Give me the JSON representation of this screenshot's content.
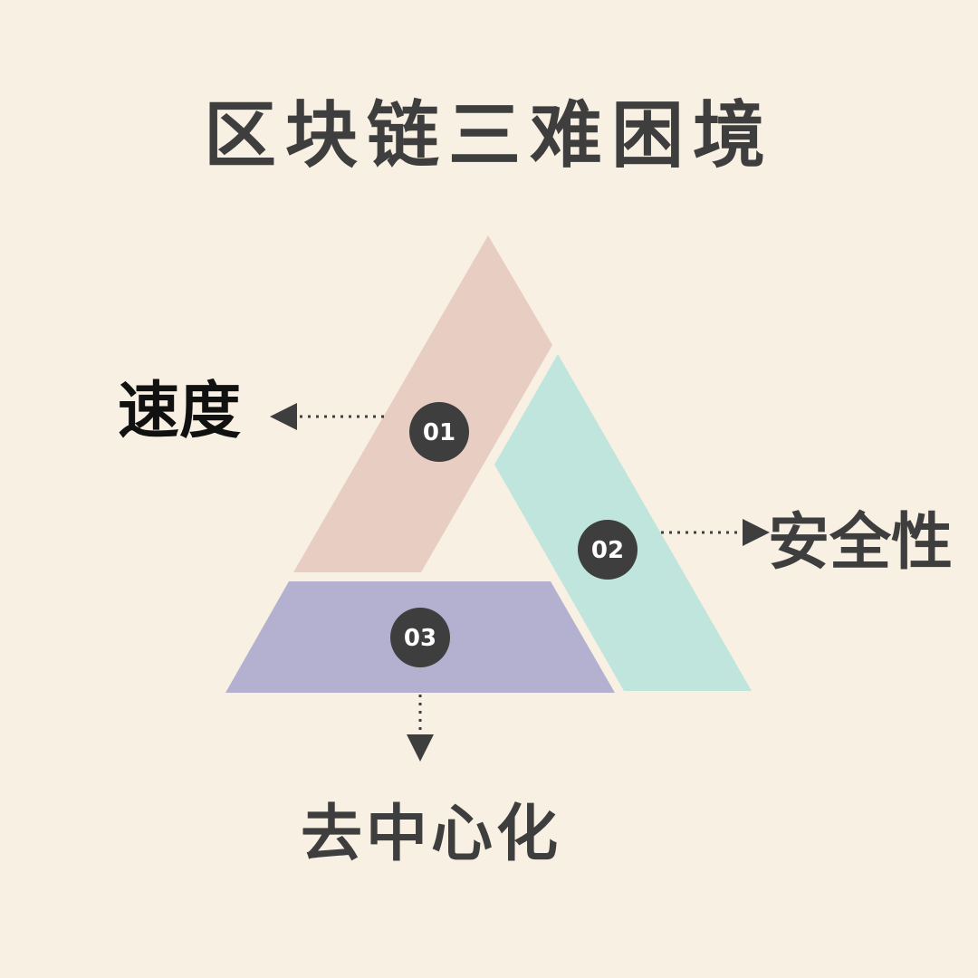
{
  "title": "区块链三难困境",
  "colors": {
    "background": "#f8f0e2",
    "segment_1": "#e8cdc3",
    "segment_2": "#bfe5dc",
    "segment_3": "#b3b1cf",
    "badge": "#3e3e3e",
    "text": "#3e3e3e"
  },
  "segments": [
    {
      "badge": "01",
      "label": "速度"
    },
    {
      "badge": "02",
      "label": "安全性"
    },
    {
      "badge": "03",
      "label": "去中心化"
    }
  ]
}
